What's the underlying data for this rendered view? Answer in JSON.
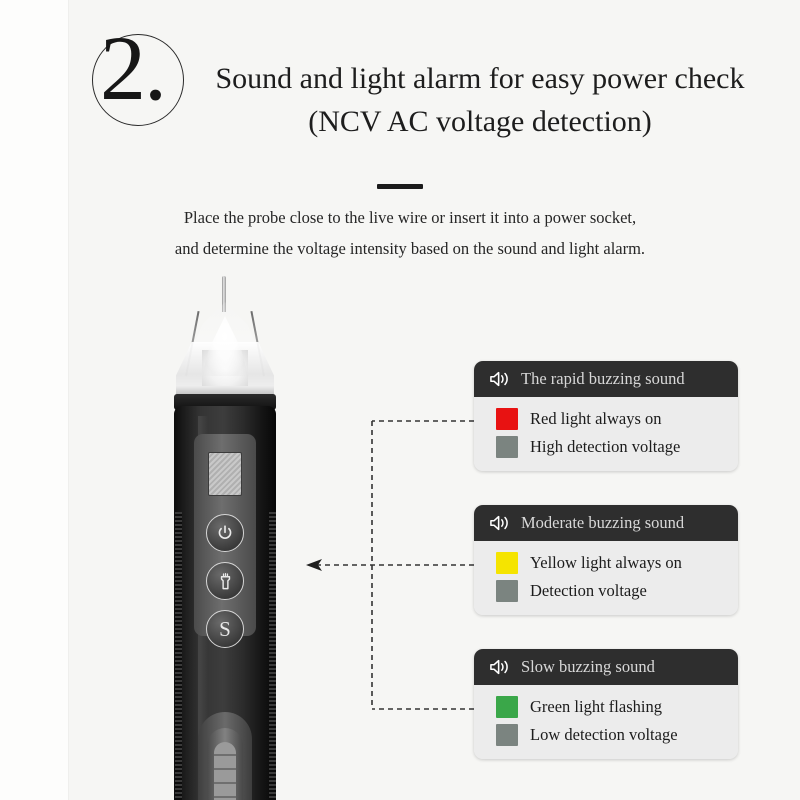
{
  "page": {
    "background_color": "#f6f6f4",
    "step_number": "2.",
    "headline_line1": "Sound and light alarm for easy power check",
    "headline_line2": "(NCV AC voltage detection)",
    "description_line1": "Place the probe close to the live wire or insert it into a power socket,",
    "description_line2": "and determine the voltage intensity based on the sound and light alarm."
  },
  "device": {
    "name": "ncv-voltage-detector-pen",
    "buttons": [
      {
        "name": "power-button",
        "icon": "power-icon",
        "label": ""
      },
      {
        "name": "flashlight-button",
        "icon": "flashlight-icon",
        "label": ""
      },
      {
        "name": "sensitivity-button",
        "icon": "letter-s-icon",
        "label": "S"
      }
    ],
    "screen_name": "lcd-display"
  },
  "connector": {
    "arrow_direction": "left",
    "style": "dashed"
  },
  "cards": [
    {
      "name": "alarm-card-high",
      "header": "The rapid buzzing sound",
      "header_icon": "speaker-icon",
      "rows": [
        {
          "name": "light-indicator-row",
          "color": "#e81212",
          "label": "Red light always on"
        },
        {
          "name": "voltage-level-row",
          "color": "#7b8480",
          "label": "High detection voltage"
        }
      ]
    },
    {
      "name": "alarm-card-moderate",
      "header": "Moderate buzzing sound",
      "header_icon": "speaker-icon",
      "rows": [
        {
          "name": "light-indicator-row",
          "color": "#f5e400",
          "label": "Yellow light always on"
        },
        {
          "name": "voltage-level-row",
          "color": "#7b8480",
          "label": "Detection voltage"
        }
      ]
    },
    {
      "name": "alarm-card-low",
      "header": "Slow buzzing sound",
      "header_icon": "speaker-icon",
      "rows": [
        {
          "name": "light-indicator-row",
          "color": "#3aa749",
          "label": "Green light flashing"
        },
        {
          "name": "voltage-level-row",
          "color": "#7b8480",
          "label": "Low detection voltage"
        }
      ]
    }
  ]
}
